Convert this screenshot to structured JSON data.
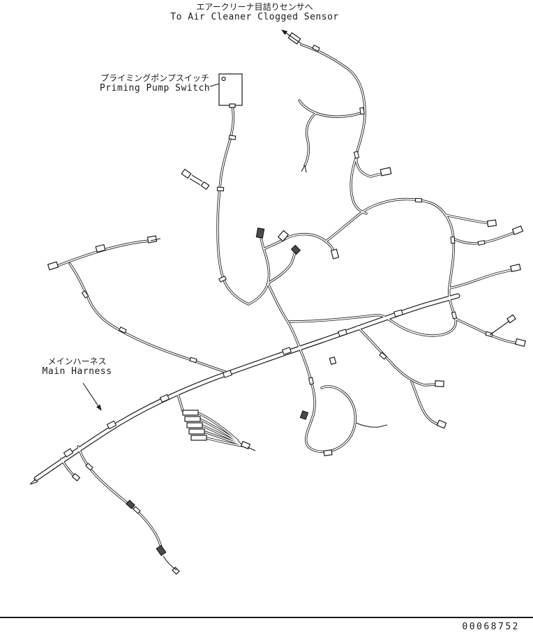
{
  "diagram": {
    "colors": {
      "ink": "#1a1a1a",
      "paper": "#ffffff"
    },
    "labels": {
      "air_cleaner": {
        "jp": "エアークリーナ目詰りセンサへ",
        "en": "To Air Cleaner Clogged Sensor"
      },
      "priming_pump": {
        "jp": "プライミングポンプスイッチ",
        "en": "Priming Pump Switch"
      },
      "main_harness": {
        "jp": "メインハーネス",
        "en": "Main Harness"
      }
    },
    "part_number": "00068752",
    "icons": [
      "wire-connector",
      "wire-clamp",
      "bolt-icon",
      "switch-box-icon",
      "leader-arrow"
    ]
  }
}
